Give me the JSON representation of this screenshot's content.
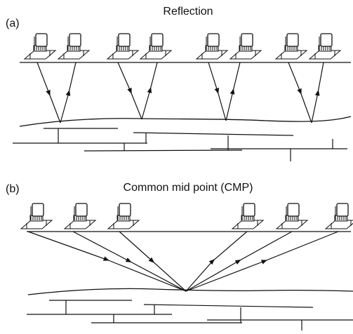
{
  "panels": [
    {
      "letter": "(a)",
      "title": "Reflection",
      "units": 8,
      "mode": "reflection"
    },
    {
      "letter": "(b)",
      "title": "Common mid point (CMP)",
      "units": 6,
      "mode": "cmp"
    }
  ],
  "colors": {
    "ink": "#111111",
    "background": "#ffffff"
  },
  "icons": {
    "gpr_unit": "gpr-antenna-unit-icon",
    "ray_arrow": "arrowhead-icon"
  }
}
